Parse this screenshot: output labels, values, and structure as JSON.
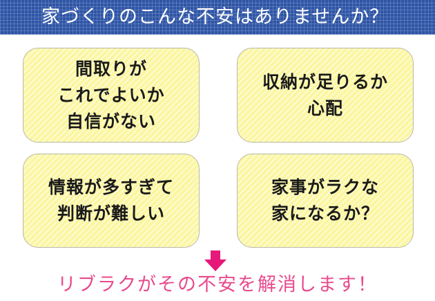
{
  "header": {
    "title": "家づくりのこんな不安はありませんか？",
    "background_color": "#2f55a6",
    "text_color": "#ffffff"
  },
  "cards": [
    {
      "lines": [
        "間取りが",
        "これでよいか",
        "自信がない"
      ]
    },
    {
      "lines": [
        "収納が足りるか",
        "心配"
      ]
    },
    {
      "lines": [
        "情報が多すぎて",
        "判断が難しい"
      ]
    },
    {
      "lines": [
        "家事がラクな",
        "家になるか？"
      ]
    }
  ],
  "card_fill_color": "#fbf6a0",
  "arrow": {
    "icon": "down-arrow-icon",
    "color": "#e6197a"
  },
  "footer": {
    "message": "リブラクがその不安を解消します！",
    "text_color": "#e84a8c"
  }
}
